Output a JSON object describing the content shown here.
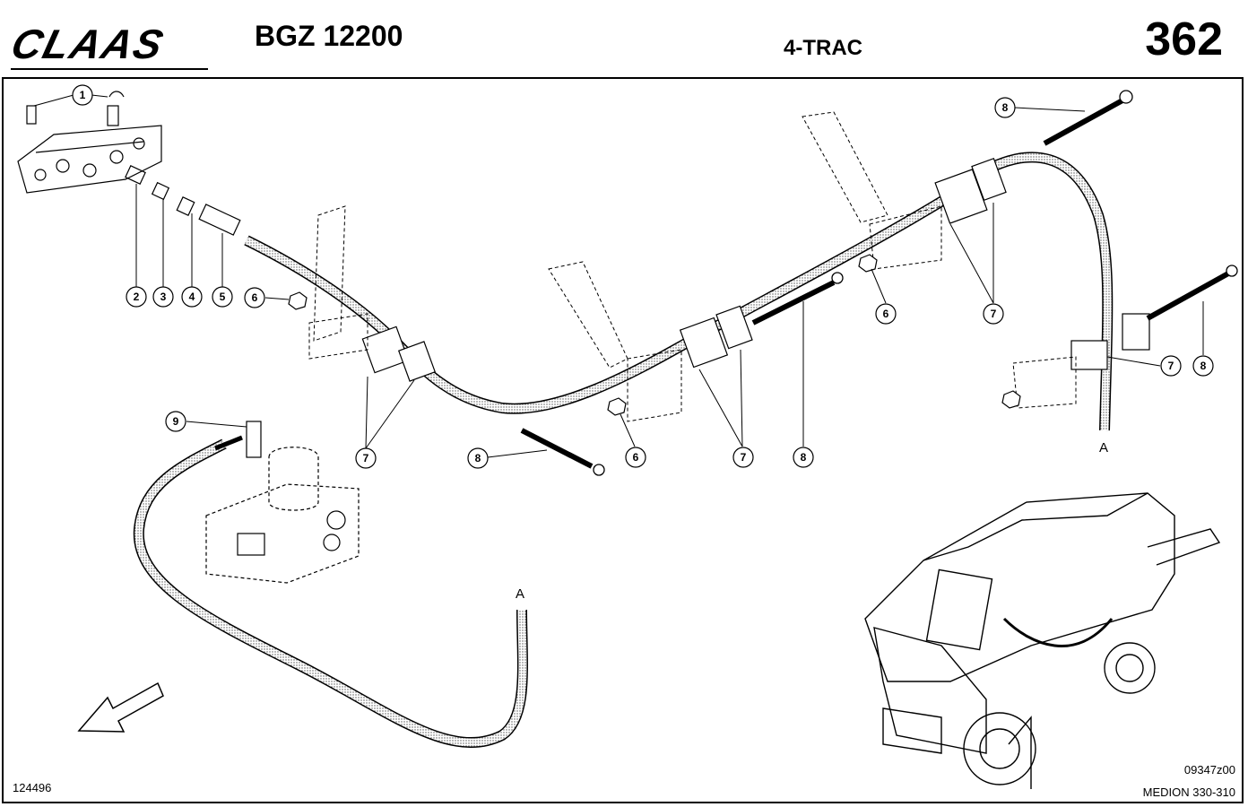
{
  "header": {
    "brand": "CLAAS",
    "model": "BGZ 12200",
    "title": "4-TRAC",
    "page_number": "362"
  },
  "footer": {
    "left_code": "124496",
    "right_code": "09347z00",
    "machine": "MEDION 330-310"
  },
  "reference_letters": [
    "A",
    "A"
  ],
  "callouts": [
    {
      "id": "c1",
      "label": "1"
    },
    {
      "id": "c2",
      "label": "2"
    },
    {
      "id": "c3",
      "label": "3"
    },
    {
      "id": "c4",
      "label": "4"
    },
    {
      "id": "c5",
      "label": "5"
    },
    {
      "id": "c6a",
      "label": "6"
    },
    {
      "id": "c7a",
      "label": "7"
    },
    {
      "id": "c8a",
      "label": "8"
    },
    {
      "id": "c6b",
      "label": "6"
    },
    {
      "id": "c7b",
      "label": "7"
    },
    {
      "id": "c8b",
      "label": "8"
    },
    {
      "id": "c6c",
      "label": "6"
    },
    {
      "id": "c7c",
      "label": "7"
    },
    {
      "id": "c8c",
      "label": "8"
    },
    {
      "id": "c7d",
      "label": "7"
    },
    {
      "id": "c8d",
      "label": "8"
    },
    {
      "id": "c9",
      "label": "9"
    }
  ]
}
